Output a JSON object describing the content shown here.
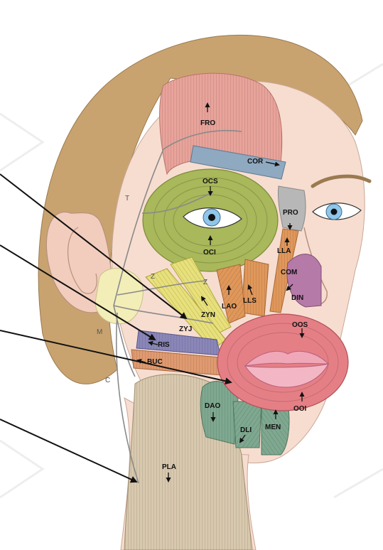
{
  "muscle_labels": {
    "fro": "FRO",
    "cor": "COR",
    "ocs": "OCS",
    "oci": "OCI",
    "pro": "PRO",
    "lla": "LLA",
    "com": "COM",
    "din": "DIN",
    "lls": "LLS",
    "lao": "LAO",
    "zyn": "ZYN",
    "zyj": "ZYJ",
    "ris": "RIS",
    "buc": "BUC",
    "oos": "OOS",
    "ooi": "OOI",
    "dao": "DAO",
    "dli": "DLI",
    "men": "MEN",
    "pla": "PLA"
  },
  "nerve_labels": {
    "t": "T",
    "z1": "Z",
    "z2": "Z",
    "m": "M",
    "c": "C"
  },
  "colors": {
    "skin": "#f7ddd0",
    "hair": "#c9a36f",
    "frontalis": "#e8a39a",
    "corrugator": "#8fa9c0",
    "orbicularis_oculi": "#a8b85a",
    "procerus": "#b7b7b7",
    "levator_labii": "#e0975a",
    "compressor": "#b57aa8",
    "zygomaticus": "#e8e07a",
    "risorius": "#8a86b8",
    "orbicularis_oris": "#e57f86",
    "depressors": "#7fa890",
    "platysma": "#d8c8ae",
    "parotid": "#f3edb8",
    "nerve": "#8a8a8a",
    "iris": "#8fc6ea",
    "pointer_line": "#111111"
  }
}
